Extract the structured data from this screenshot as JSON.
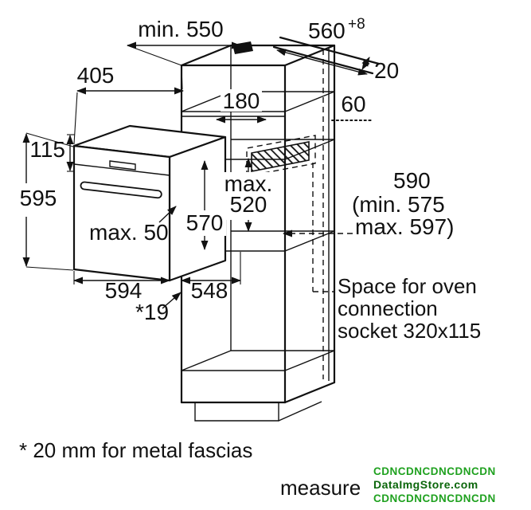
{
  "diagram": {
    "labels": {
      "min_depth": "min. 550",
      "niche_width": "560",
      "niche_width_tolerance": "+8",
      "wall_gap": "20",
      "oven_top_depth": "405",
      "shelf_dim": "180",
      "back_gap": "60",
      "panel_height": "115",
      "oven_height": "595",
      "max_label": "max.",
      "max_depth_value": "520",
      "niche_height": "570",
      "right_height": "590",
      "right_height_min": "(min. 575",
      "right_height_max": "max. 597)",
      "door_clearance": "max. 50",
      "oven_width": "594",
      "oven_depth": "548",
      "fascia_gap": "*19",
      "socket_note_line1": "Space for oven",
      "socket_note_line2": "connection",
      "socket_note_line3": "socket 320x115",
      "footnote": "* 20 mm for metal fascias",
      "measure_note": "measure"
    },
    "colors": {
      "line": "#111111",
      "background": "#ffffff",
      "watermark_green": "#1fa11f",
      "watermark_dark_green": "#0b660b"
    }
  },
  "watermark": {
    "line1": "CDNCDNCDNCDNCDN",
    "line2": "DataImgStore.com",
    "line3": "CDNCDNCDNCDNCDN"
  }
}
